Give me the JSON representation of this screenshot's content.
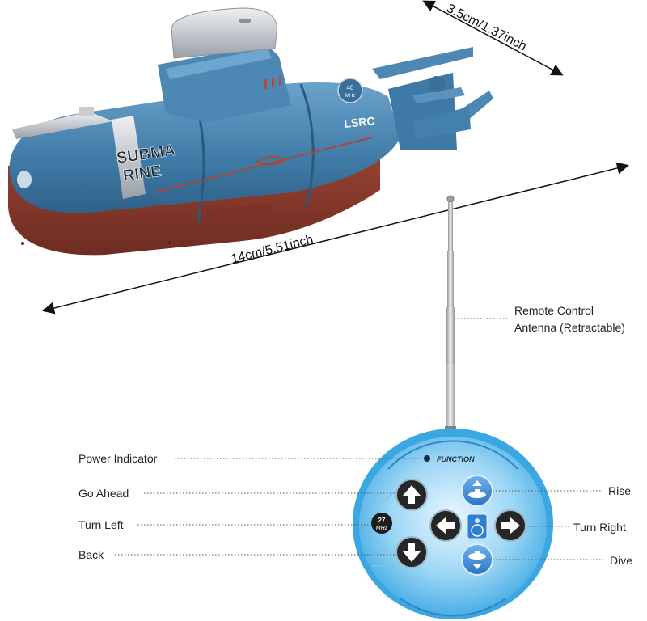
{
  "submarine": {
    "hull_text_line1": "SUBMA",
    "hull_text_line2": "RINE",
    "badge_text": "LSRC",
    "frequency_badge_top": "40",
    "frequency_badge_bottom": "MHz",
    "colors": {
      "hull": "#3f7aa6",
      "lower_hull": "#8c3a2c",
      "tower": "#4d88b4",
      "silver": "#b8bcc2"
    }
  },
  "dimensions": {
    "width": "3.5cm/1.37inch",
    "length": "14cm/5.51inch"
  },
  "remote": {
    "function_label": "FUNCTION",
    "frequency_badge_top": "27",
    "frequency_badge_bottom": "MHz",
    "colors": {
      "body": "#4ab3ea",
      "body_light": "#bfe6fb",
      "button": "#2a2a2a",
      "button_blue": "#2f7fd0"
    },
    "icons": [
      "arrow-up-icon",
      "arrow-down-icon",
      "arrow-left-icon",
      "arrow-right-icon",
      "submarine-rise-icon",
      "submarine-dive-icon",
      "function-icon"
    ]
  },
  "labels": {
    "antenna_line1": "Remote Control",
    "antenna_line2": "Antenna (Retractable)",
    "power_indicator": "Power Indicator",
    "go_ahead": "Go Ahead",
    "turn_left": "Turn Left",
    "back": "Back",
    "rise": "Rise",
    "turn_right": "Turn Right",
    "dive": "Dive"
  }
}
